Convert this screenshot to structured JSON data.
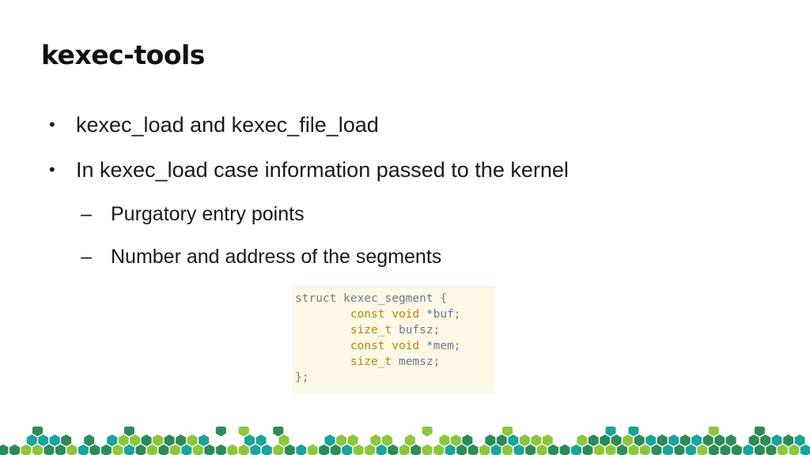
{
  "slide": {
    "title": "kexec-tools",
    "bullets": [
      {
        "text": "kexec_load and kexec_file_load"
      },
      {
        "text": "In kexec_load case information passed to the kernel"
      }
    ],
    "sub_bullets": [
      {
        "text": "Purgatory entry points"
      },
      {
        "text": "Number and address of the segments"
      }
    ],
    "bullet_glyph": "•",
    "dash_glyph": "–",
    "code": {
      "line1_a": "struct kexec_segment {",
      "line2_kw": "const void",
      "line2_rest": " *buf;",
      "line3_kw": "size_t",
      "line3_rest": " bufsz;",
      "line4_kw": "const void",
      "line4_rest": " *mem;",
      "line5_kw": "size_t",
      "line5_rest": " memsz;",
      "line6": "};"
    }
  },
  "colors": {
    "code_background": "#fdf7e6",
    "code_keyword": "#b58900",
    "code_text": "#6b7a8a",
    "hex_green_light": "#8cc63f",
    "hex_green_dark": "#2e8b57",
    "hex_teal": "#1ba39c"
  }
}
